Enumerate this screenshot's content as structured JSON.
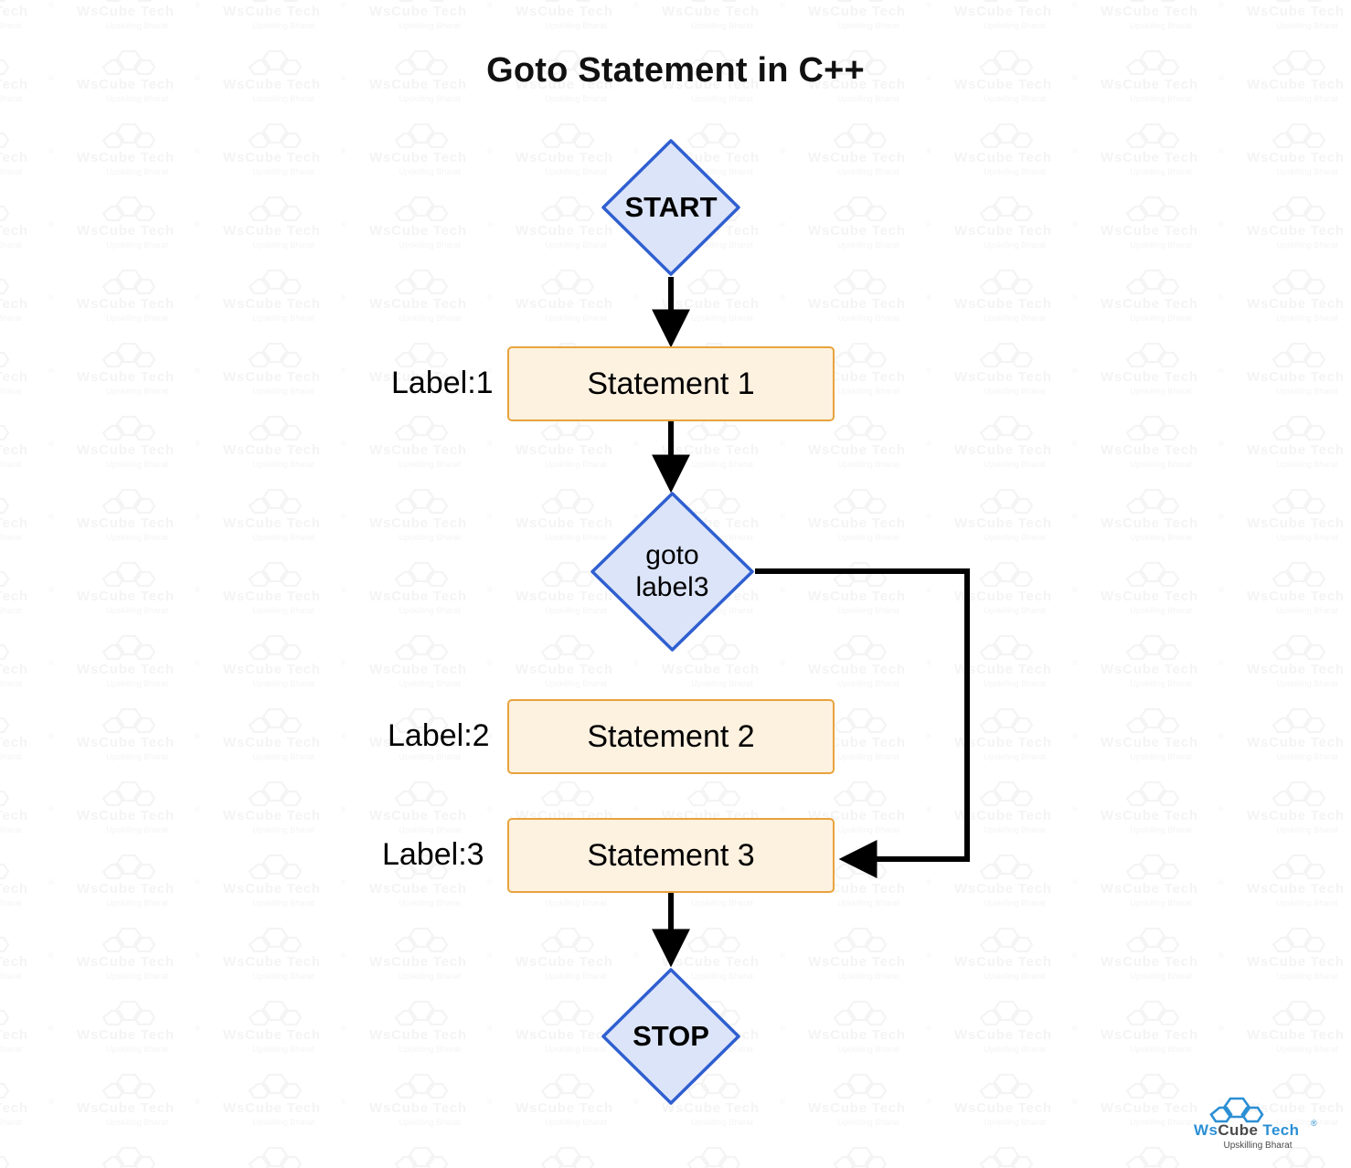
{
  "title": "Goto Statement in C++",
  "colors": {
    "diamond_fill": "#dce4f9",
    "diamond_stroke": "#2f5fd0",
    "box_fill": "#fdf1e0",
    "box_stroke": "#e8a33d",
    "connector": "#000000",
    "text": "#000000",
    "watermark": "#f4f4f4",
    "logo_blue": "#2b8fd4",
    "logo_dark": "#4a4a4a"
  },
  "flowchart": {
    "type": "flowchart",
    "nodes": [
      {
        "id": "start",
        "shape": "diamond",
        "label": "START"
      },
      {
        "id": "stmt1",
        "shape": "process",
        "label": "Statement 1",
        "side_label": "Label:1"
      },
      {
        "id": "goto",
        "shape": "diamond",
        "label_line1": "goto",
        "label_line2": "label3"
      },
      {
        "id": "stmt2",
        "shape": "process",
        "label": "Statement 2",
        "side_label": "Label:2"
      },
      {
        "id": "stmt3",
        "shape": "process",
        "label": "Statement 3",
        "side_label": "Label:3"
      },
      {
        "id": "stop",
        "shape": "diamond",
        "label": "STOP"
      }
    ],
    "edges": [
      {
        "from": "start",
        "to": "stmt1",
        "style": "straight-down",
        "arrow": true
      },
      {
        "from": "stmt1",
        "to": "goto",
        "style": "straight-down",
        "arrow": true
      },
      {
        "from": "goto",
        "to": "stmt3",
        "style": "right-then-down-then-left",
        "arrow": true
      },
      {
        "from": "stmt3",
        "to": "stop",
        "style": "straight-down",
        "arrow": true
      }
    ]
  },
  "watermark": {
    "brand": "WsCube Tech",
    "tagline": "Upskilling Bharat"
  },
  "logo": {
    "brand_part1": "WsCube",
    "brand_part2": "Tech",
    "brand_prefix": "Ws",
    "brand_mid": "Cube",
    "registered": "®",
    "tagline": "Upskilling Bharat"
  }
}
